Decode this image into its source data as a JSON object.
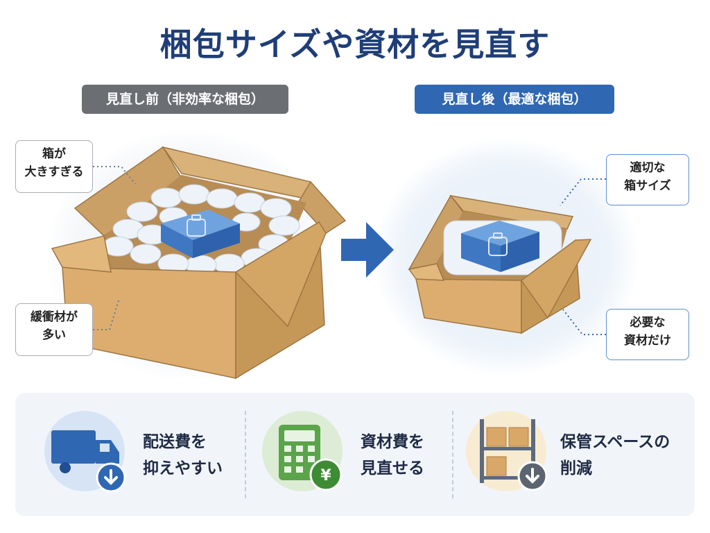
{
  "title": "梱包サイズや資材を見直す",
  "before": {
    "label": "見直し前（非効率な梱包）",
    "callouts": [
      "箱が",
      "大きすぎる",
      "緩衝材が",
      "多い"
    ]
  },
  "after": {
    "label": "見直し後（最適な梱包）",
    "callouts": [
      "適切な",
      "箱サイズ",
      "必要な",
      "資材だけ"
    ]
  },
  "benefits": [
    {
      "line1": "配送費を",
      "line2": "抑えやすい",
      "icon": "delivery-truck-icon"
    },
    {
      "line1": "資材費を",
      "line2": "見直せる",
      "icon": "calculator-yen-icon"
    },
    {
      "line1": "保管スペースの",
      "line2": "削減",
      "icon": "storage-shelf-icon"
    }
  ],
  "colors": {
    "title": "#1f3e78",
    "before_pill": "#6b6e73",
    "after_pill": "#2f67b2",
    "cardboard": "#d6a86a",
    "product": "#4a86d0"
  }
}
